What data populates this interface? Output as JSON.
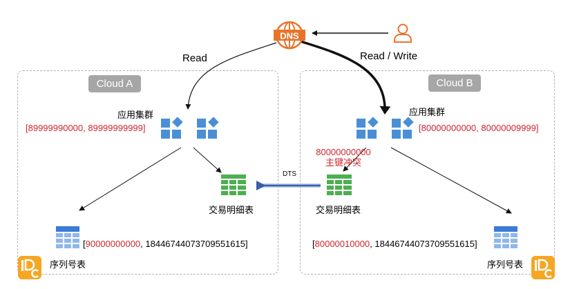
{
  "dns": {
    "label": "DNS",
    "color": "#e8742a"
  },
  "arrows": {
    "read": "Read",
    "read_write": "Read / Write",
    "dts": "DTS"
  },
  "cloud_a": {
    "name": "Cloud A",
    "app_cluster_label": "应用集群",
    "range": "[89999990000, 89999999999]",
    "txn_table_label": "交易明细表",
    "seq_range_open": "[",
    "seq_range_value": "90000000000",
    "seq_range_rest": ", 18446744073709551615]",
    "seq_table_label": "序列号表"
  },
  "cloud_b": {
    "name": "Cloud B",
    "app_cluster_label": "应用集群",
    "range": "[80000000000, 80000009999]",
    "conflict_value": "80000000000",
    "conflict_text": "主键冲突",
    "txn_table_label": "交易明细表",
    "seq_range_open": "[",
    "seq_range_value": "80000010000",
    "seq_range_rest": ", 18446744073709551615]",
    "seq_table_label": "序列号表"
  },
  "colors": {
    "app_icon": "#4a8fd6",
    "txn_icon": "#4caf50",
    "seq_icon": "#4a8fd6",
    "range_text": "#d0262e",
    "logo": "#f5a623"
  }
}
